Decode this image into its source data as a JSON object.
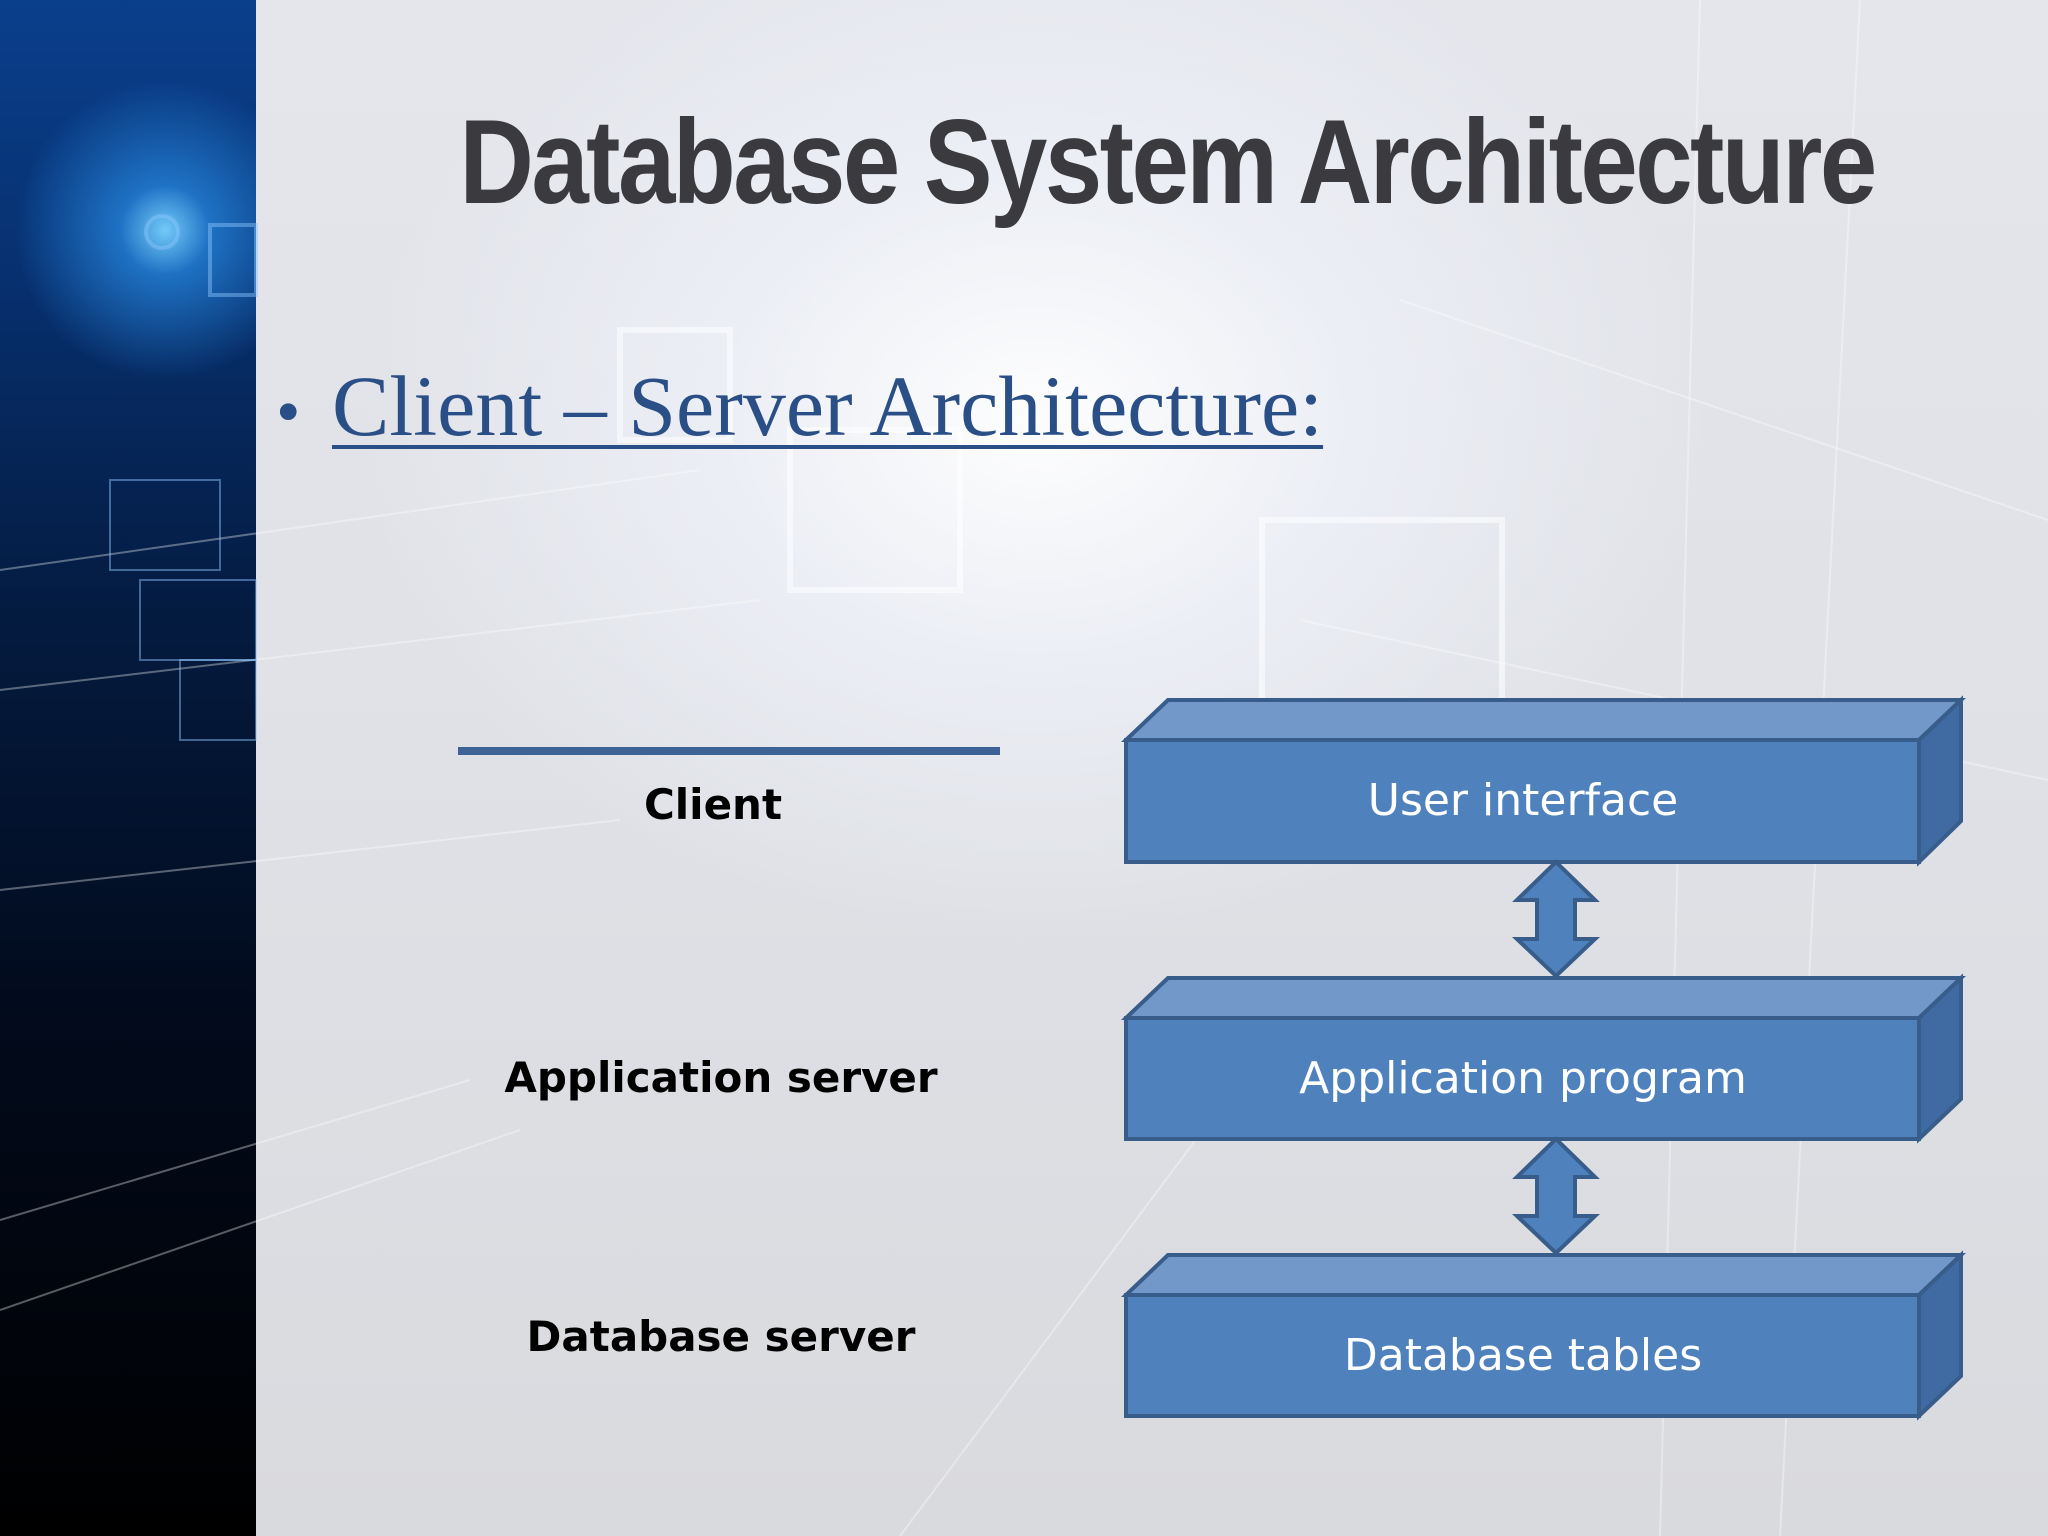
{
  "slide": {
    "title": "Database System Architecture",
    "bullet_marker": "•",
    "bullet": "Client – Server Architecture:"
  },
  "tiers": [
    {
      "label": "Client",
      "component": "User interface"
    },
    {
      "label": "Application server",
      "component": "Application program"
    },
    {
      "label": "Database server",
      "component": "Database tables"
    }
  ],
  "colors": {
    "title": "#3b3b3f",
    "bullet": "#2a4f86",
    "box_front": "#4f81bd",
    "box_top": "#7298c9",
    "box_side": "#3f6aa2",
    "box_border": "#385d8a"
  }
}
